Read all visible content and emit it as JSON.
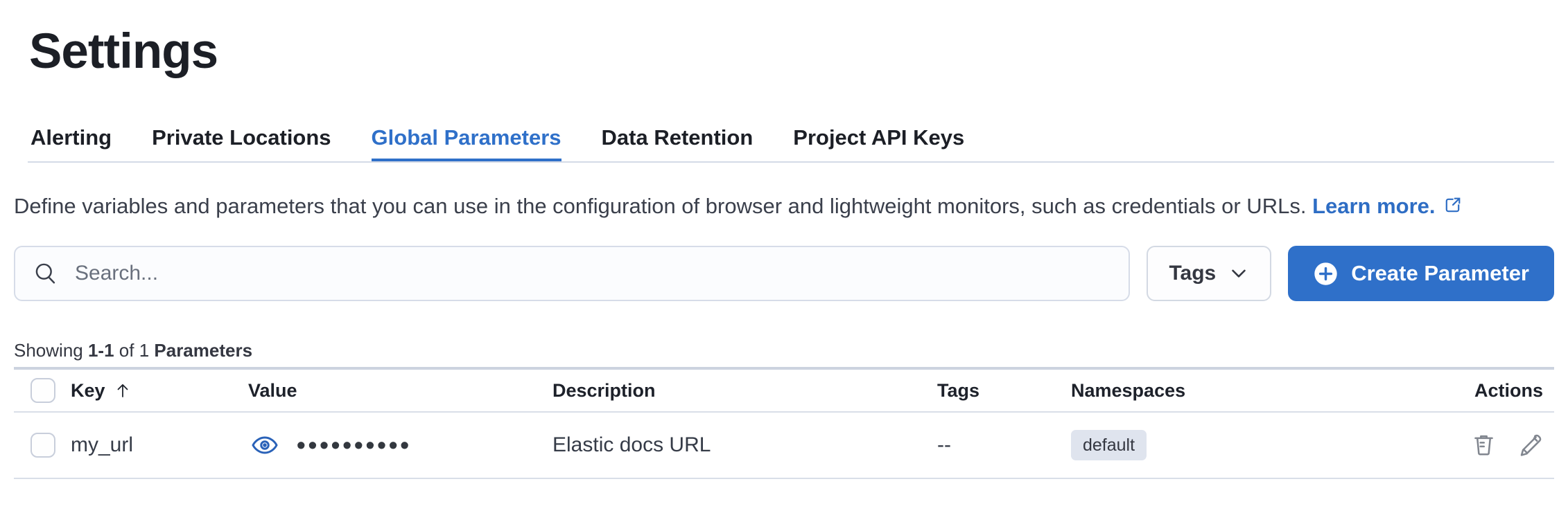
{
  "page": {
    "title": "Settings"
  },
  "tabs": [
    {
      "label": "Alerting",
      "active": false
    },
    {
      "label": "Private Locations",
      "active": false
    },
    {
      "label": "Global Parameters",
      "active": true
    },
    {
      "label": "Data Retention",
      "active": false
    },
    {
      "label": "Project API Keys",
      "active": false
    }
  ],
  "description": {
    "text": "Define variables and parameters that you can use in the configuration of browser and lightweight monitors, such as credentials or URLs.",
    "link_label": "Learn more.",
    "link_icon": "external-link-icon"
  },
  "toolbar": {
    "search_placeholder": "Search...",
    "search_value": "",
    "search_icon": "search-icon",
    "tags_label": "Tags",
    "tags_icon": "chevron-down-icon",
    "create_label": "Create Parameter",
    "create_icon": "plus-in-circle-icon"
  },
  "summary": {
    "prefix": "Showing",
    "range": "1-1",
    "middle": "of 1",
    "entity": "Parameters"
  },
  "table": {
    "columns": [
      "Key",
      "Value",
      "Description",
      "Tags",
      "Namespaces",
      "Actions"
    ],
    "sort": {
      "column": "Key",
      "direction": "ascending",
      "icon": "sort-ascending-arrow-icon"
    },
    "rows": [
      {
        "key": "my_url",
        "value_masked": "••••••••••",
        "value_toggle_icon": "eye-icon",
        "description": "Elastic docs URL",
        "tags": "--",
        "namespaces": [
          "default"
        ],
        "action_icons": [
          "trash-icon",
          "pencil-icon"
        ]
      }
    ]
  },
  "colors": {
    "primary": "#2F70C9",
    "link": "#2E6DC4",
    "border": "#D3DAE6",
    "row_border": "#D9DEE8",
    "badge_bg": "#DFE4EE",
    "text": "#343741",
    "heading": "#1C1F26",
    "icon_gray": "#81868F"
  }
}
